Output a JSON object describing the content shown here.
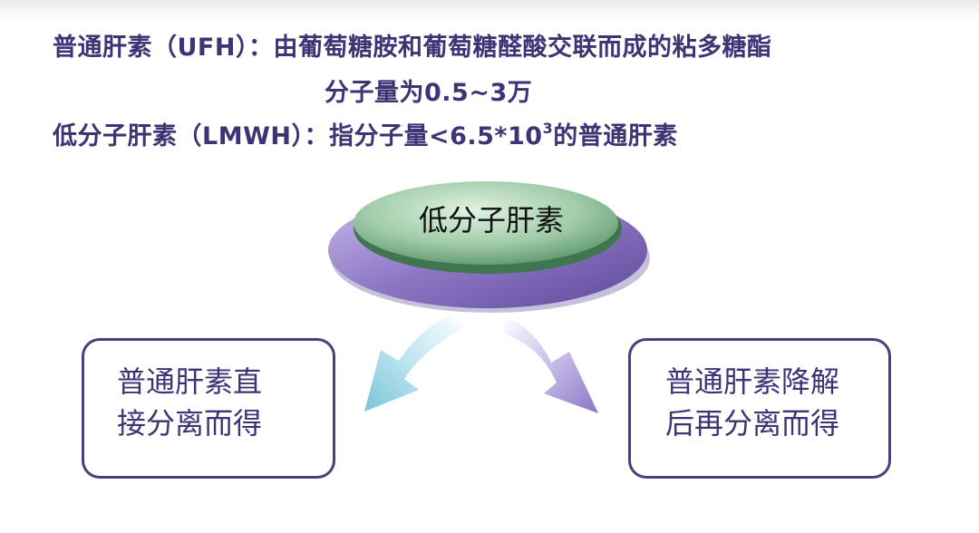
{
  "definitions": {
    "ufh_term": "普通肝素（UFH）：",
    "ufh_text": "由葡萄糖胺和葡萄糖醛酸交联而成的粘多糖酯",
    "ufh_text_2": "分子量为0.5~3万",
    "lmwh_term": "低分子肝素（LMWH）：",
    "lmwh_text_pre": "指分子量<6.5*10",
    "lmwh_text_sup": "3",
    "lmwh_text_post": "的普通肝素"
  },
  "center": {
    "label": "低分子肝素"
  },
  "left_box": {
    "line1": "普通肝素直",
    "line2": "接分离而得"
  },
  "right_box": {
    "line1": "普通肝素降解",
    "line2": "后再分离而得"
  },
  "colors": {
    "text": "#3d3475",
    "disc_green": "#7fb28c",
    "disc_purple": "#8c76c4",
    "arrow_left": "#8fcfe0",
    "arrow_right": "#9d8ad0",
    "box_border": "#4a3f7c"
  }
}
